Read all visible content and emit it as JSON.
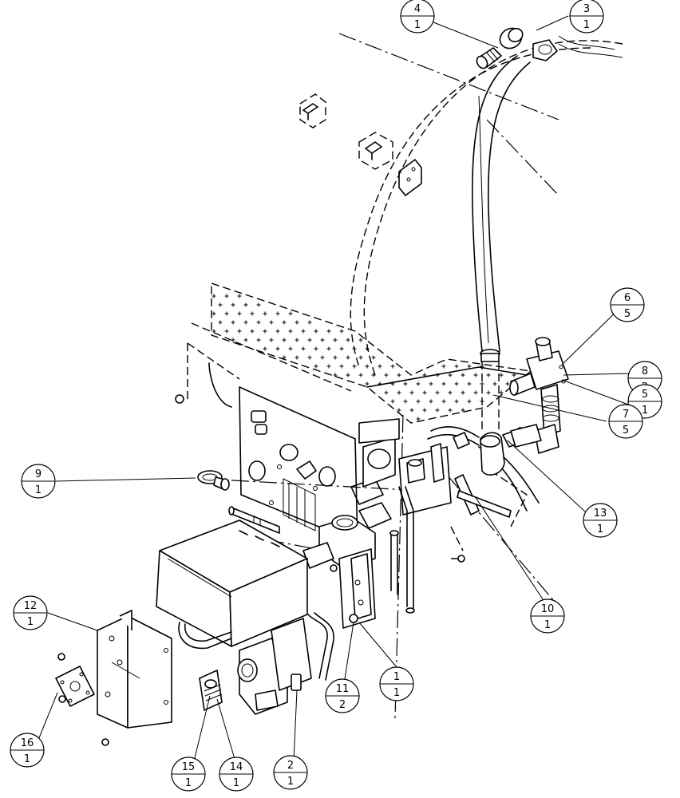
{
  "callouts": [
    {
      "id": "c4",
      "item": "4",
      "qty": "1"
    },
    {
      "id": "c3",
      "item": "3",
      "qty": "1"
    },
    {
      "id": "c6",
      "item": "6",
      "qty": "5"
    },
    {
      "id": "c8",
      "item": "8",
      "qty": "2"
    },
    {
      "id": "c5",
      "item": "5",
      "qty": "1"
    },
    {
      "id": "c7",
      "item": "7",
      "qty": "5"
    },
    {
      "id": "c9",
      "item": "9",
      "qty": "1"
    },
    {
      "id": "c13",
      "item": "13",
      "qty": "1"
    },
    {
      "id": "c10",
      "item": "10",
      "qty": "1"
    },
    {
      "id": "c12",
      "item": "12",
      "qty": "1"
    },
    {
      "id": "c1",
      "item": "1",
      "qty": "1"
    },
    {
      "id": "c11",
      "item": "11",
      "qty": "2"
    },
    {
      "id": "c16",
      "item": "16",
      "qty": "1"
    },
    {
      "id": "c15",
      "item": "15",
      "qty": "1"
    },
    {
      "id": "c14",
      "item": "14",
      "qty": "1"
    },
    {
      "id": "c2",
      "item": "2",
      "qty": "1"
    }
  ]
}
